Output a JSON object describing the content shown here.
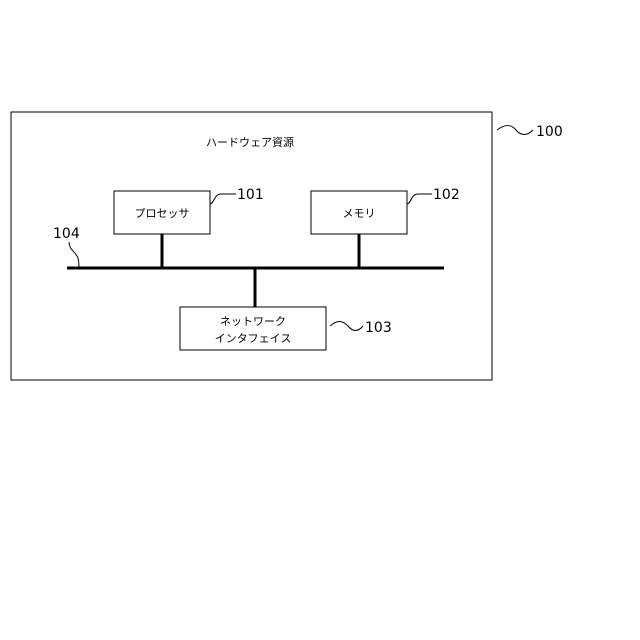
{
  "diagram": {
    "outer": {
      "label": "ハードウェア資源",
      "ref": "100"
    },
    "processor": {
      "label": "プロセッサ",
      "ref": "101"
    },
    "memory": {
      "label": "メモリ",
      "ref": "102"
    },
    "network": {
      "label_line1": "ネットワーク",
      "label_line2": "インタフェイス",
      "ref": "103"
    },
    "bus": {
      "ref": "104"
    }
  }
}
